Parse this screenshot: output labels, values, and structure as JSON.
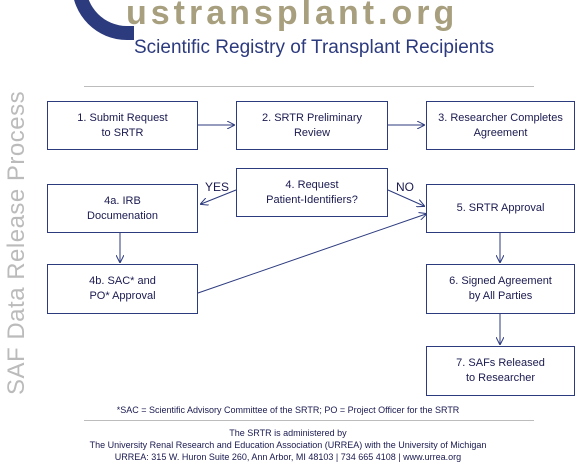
{
  "header": {
    "logo_text": "ustransplant.org",
    "subtitle": "Scientific Registry of Transplant Recipients"
  },
  "side_title": "SAF Data Release Process",
  "steps": {
    "submit_request": "1. Submit Request\nto SRTR",
    "preliminary_review": "2. SRTR Preliminary\nReview",
    "researcher_agreement": "3. Researcher Completes\nAgreement",
    "irb_documentation": "4a. IRB\nDocumenation",
    "request_identifiers": "4. Request\nPatient-Identifiers?",
    "srtr_approval": "5. SRTR Approval",
    "sac_po_approval": "4b. SAC* and\nPO* Approval",
    "signed_agreement": "6. Signed Agreement\nby All Parties",
    "safs_released": "7. SAFs Released\nto Researcher"
  },
  "decision_labels": {
    "yes": "YES",
    "no": "NO"
  },
  "footnote": "*SAC = Scientific Advisory Committee of the SRTR; PO = Project Officer for the SRTR",
  "footer": {
    "line1": "The SRTR is administered by",
    "line2": "The University Renal Research and Education Association (URREA) with the University of Michigan",
    "line3": "URREA: 315 W. Huron Suite 260, Ann Arbor, MI 48103 | 734 665 4108 | www.urrea.org"
  },
  "colors": {
    "brand_blue": "#2c3a7e",
    "brand_tan": "#a79f7e",
    "side_gray": "#bbbbbb"
  }
}
